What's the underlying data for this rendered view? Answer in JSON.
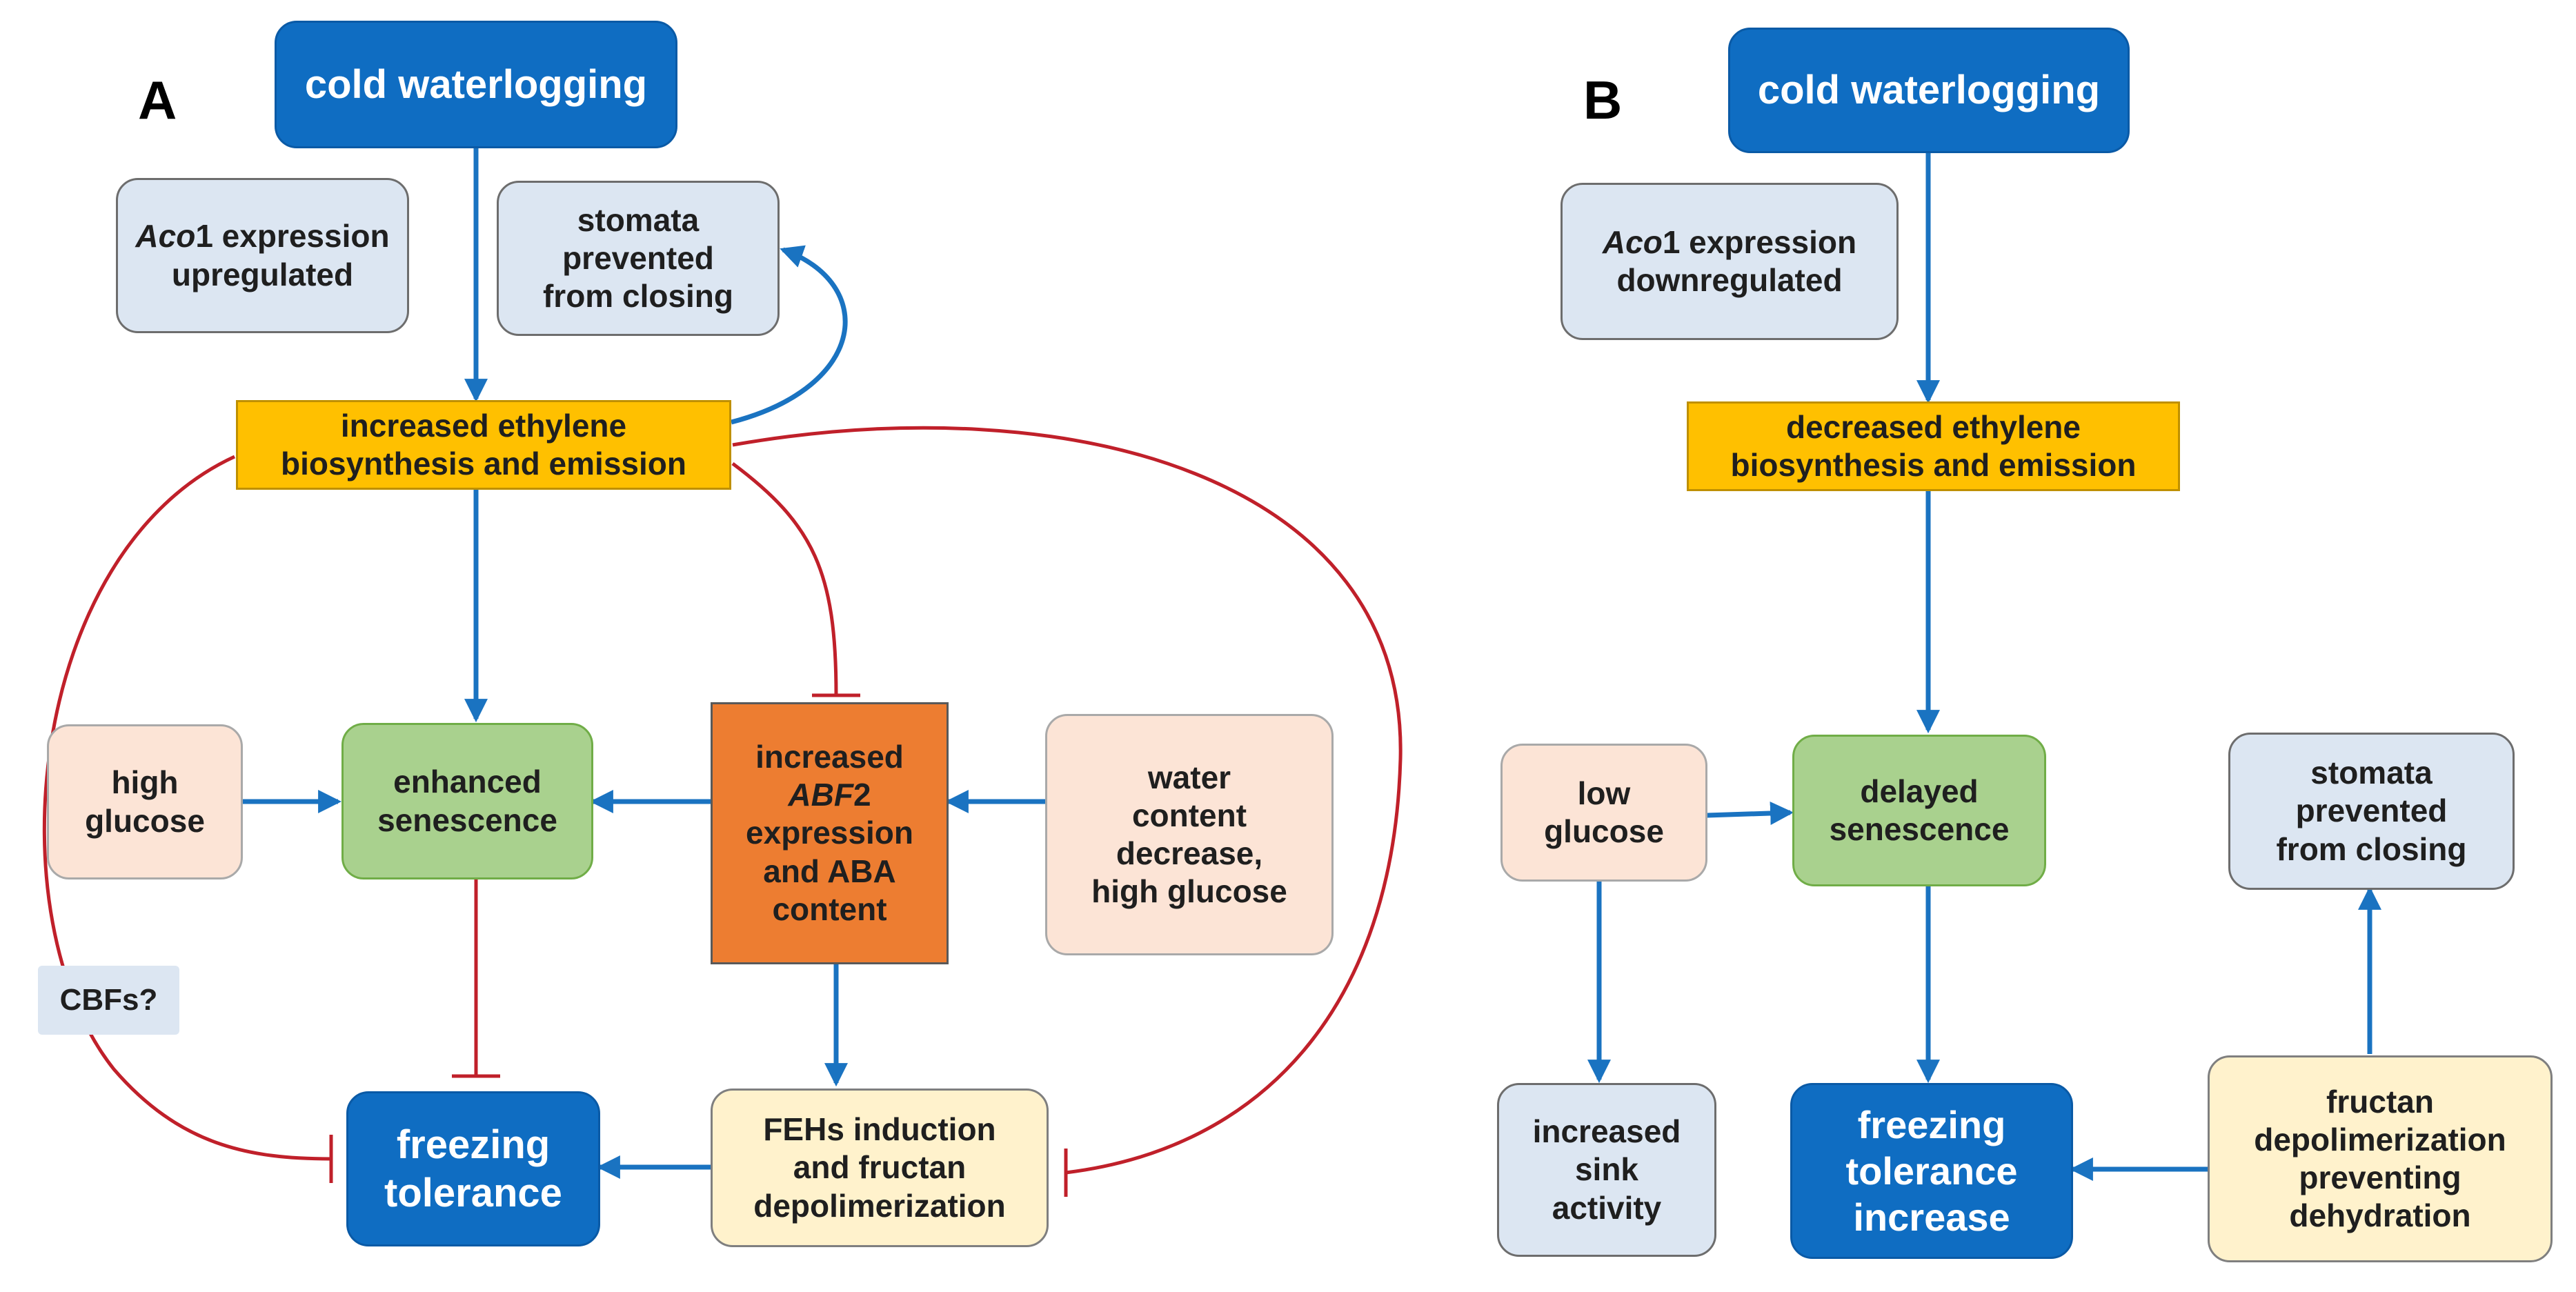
{
  "panel_a": {
    "label": "A",
    "cold_waterlogging": "cold waterlogging",
    "aco1": {
      "gene": "Aco",
      "suffix": "1 expression",
      "line2": "upregulated"
    },
    "stomata": [
      "stomata",
      "prevented",
      "from closing"
    ],
    "ethylene": [
      "increased ethylene",
      "biosynthesis and emission"
    ],
    "high_glucose": [
      "high",
      "glucose"
    ],
    "senescence": [
      "enhanced",
      "senescence"
    ],
    "abf2": {
      "line1": "increased",
      "gene": "ABF",
      "gene_suffix": "2",
      "line3": "expression",
      "line4": "and ABA",
      "line5": "content"
    },
    "water": [
      "water",
      "content",
      "decrease,",
      "high glucose"
    ],
    "cbfs": "CBFs?",
    "freezing": [
      "freezing",
      "tolerance"
    ],
    "fehs": [
      "FEHs induction",
      "and fructan",
      "depolimerization"
    ]
  },
  "panel_b": {
    "label": "B",
    "cold_waterlogging": "cold waterlogging",
    "aco1": {
      "gene": "Aco",
      "suffix": "1 expression",
      "line2": "downregulated"
    },
    "ethylene": [
      "decreased ethylene",
      "biosynthesis and emission"
    ],
    "low_glucose": [
      "low",
      "glucose"
    ],
    "senescence": [
      "delayed",
      "senescence"
    ],
    "stomata": [
      "stomata",
      "prevented",
      "from closing"
    ],
    "sink": [
      "increased",
      "sink",
      "activity"
    ],
    "freezing": [
      "freezing",
      "tolerance",
      "increase"
    ],
    "fructan": [
      "fructan",
      "depolimerization",
      "preventing",
      "dehydration"
    ]
  },
  "colors": {
    "activation_arrow": "#1a73c1",
    "inhibition_line": "#c0202a"
  }
}
